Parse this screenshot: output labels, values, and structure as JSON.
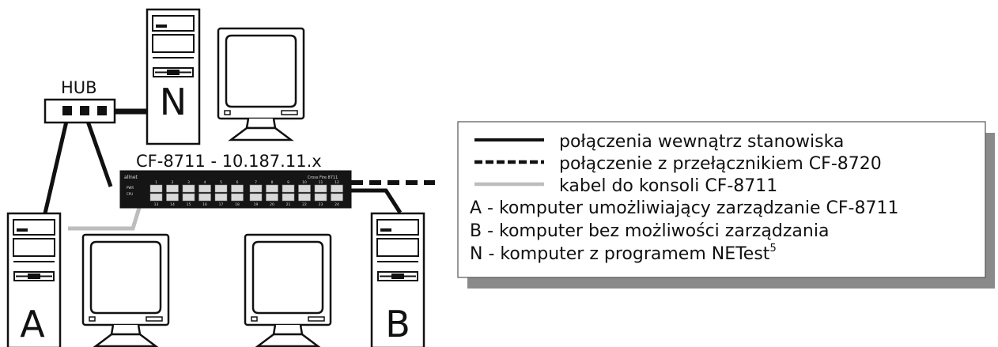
{
  "diagram": {
    "hub_label": "HUB",
    "switch_title": "CF-8711 - 10.187.11.x",
    "switch_brand": "allnet",
    "switch_model": "Cross Fire 8711",
    "switch_led_labels": [
      "PWR",
      "CPU"
    ],
    "port_numbers_top": [
      "1",
      "2",
      "3",
      "4",
      "5",
      "6",
      "7",
      "8",
      "9",
      "10",
      "11",
      "12"
    ],
    "port_numbers_bottom": [
      "13",
      "14",
      "15",
      "16",
      "17",
      "18",
      "19",
      "20",
      "21",
      "22",
      "23",
      "24"
    ],
    "computers": [
      {
        "id": "N",
        "label": "N"
      },
      {
        "id": "A",
        "label": "A"
      },
      {
        "id": "B",
        "label": "B"
      }
    ]
  },
  "legend": {
    "items": [
      {
        "style": "solid",
        "color": "#111111",
        "label": "połączenia wewnątrz stanowiska"
      },
      {
        "style": "dashed",
        "color": "#111111",
        "label": "połączenie z przełącznikiem CF-8720"
      },
      {
        "style": "solid",
        "color": "#bdbdbd",
        "label": "kabel do konsoli CF-8711"
      }
    ],
    "notes": [
      "A - komputer umożliwiający zarządzanie CF-8711",
      "B - komputer bez możliwości zarządzania"
    ],
    "last_note": "N - komputer z programem NETest",
    "footnote_mark": "5"
  }
}
